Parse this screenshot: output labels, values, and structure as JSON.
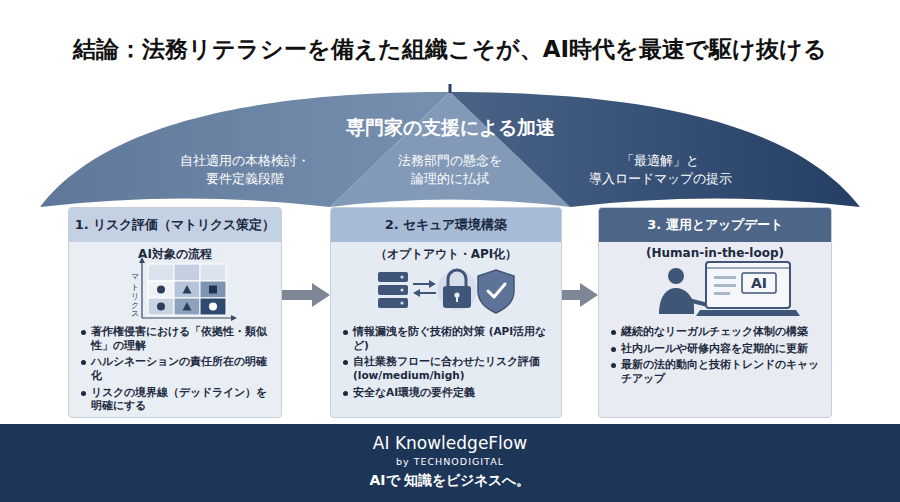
{
  "diagram": {
    "title": "結論：法務リテラシーを備えた組織こそが、AI時代を最速で駆け抜ける",
    "nodes": [
      {
        "text": [
          "専門家の支援による加速",
          "自社適用の本格検討・ 要件定義段階",
          "法務部門の懸念を 論理的に払拭",
          "「最適解」と 導入ロードマップの提示"
        ]
      },
      {
        "text": [
          "1. リスク評価（マトリクス策定）",
          "AI対象の流程",
          "著作権侵害における「依拠性・類似性」の理解",
          "ハルシネーションの責任所在の明確化",
          "リスクの境界線（デッドライン）を明確にする"
        ]
      },
      {
        "text": [
          "2. セキュア環境構築",
          "（オプトアウト・API化）",
          "情報漏洩を防ぐ技術的対策 (API活用など)",
          "自社業務フローに合わせたリスク評価(low/medium/high)",
          "安全なAI環境の要件定義"
        ]
      },
      {
        "text": [
          "3. 運用とアップデート",
          "(Human-in-the-loop)",
          "継続的なリーガルチェック体制の構築",
          "社内ルールや研修内容を定期的に更新",
          "最新の法的動向と技術トレンドのキャッチアップ"
        ]
      },
      {
        "text": [
          "AI KnowledgeFlow",
          "by TECHNODIGITAL",
          "AIで 知識をビジネスへ。"
        ]
      }
    ],
    "edges": [
      {
        "from": 1,
        "to": 2,
        "arrow": "to"
      },
      {
        "from": 2,
        "to": 3,
        "arrow": "to"
      }
    ],
    "labels": [
      "マトリクス",
      "AI"
    ]
  }
}
